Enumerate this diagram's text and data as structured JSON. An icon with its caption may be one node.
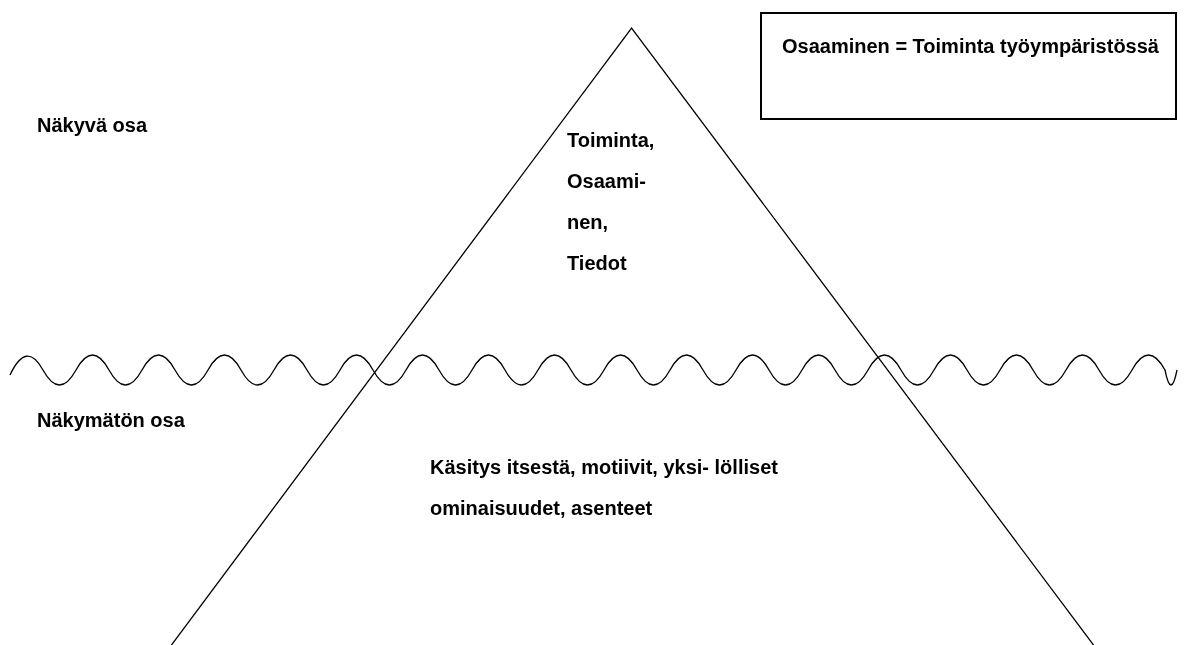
{
  "diagram": {
    "nodes": [
      {
        "text": [
          "Osaaminen = Toiminta työympäristössä"
        ]
      },
      {
        "text": [
          "Toiminta, Osaami- nen, Tiedot",
          "Käsitys itsestä, motiivit, yksi- lölliset ominaisuudet, asenteet"
        ]
      }
    ],
    "labels": [
      "Näkyvä osa",
      "Näkymätön osa"
    ]
  }
}
